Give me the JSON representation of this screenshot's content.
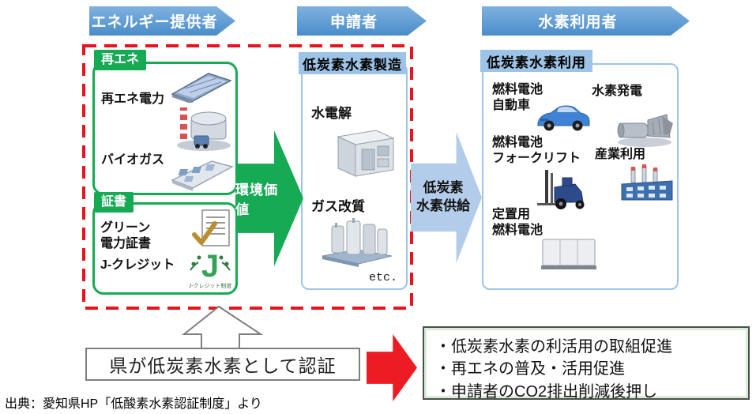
{
  "headers": {
    "provider": "エネルギー提供者",
    "applicant": "申請者",
    "user": "水素利用者"
  },
  "provider": {
    "renewable_tab": "再エネ",
    "renewable_items": {
      "power": "再エネ電力",
      "biogas": "バイオガス"
    },
    "certificate_tab": "証書",
    "certificate_items": {
      "green_power": "グリーン\n電力証書",
      "jcredit": "J-クレジット"
    }
  },
  "arrows": {
    "env_value": "環境価値",
    "supply": "低炭素\n水素供給"
  },
  "production": {
    "header": "低炭素水素製造",
    "electrolysis": "水電解",
    "reforming": "ガス改質",
    "etc": "etc."
  },
  "usage": {
    "header": "低炭素水素利用",
    "fcv": "燃料電池\n自動車",
    "h2power": "水素発電",
    "forklift": "燃料電池\nフォークリフト",
    "industry": "産業利用",
    "stationary": "定置用\n燃料電池"
  },
  "certification": {
    "label": "県が低炭素水素として認証"
  },
  "outcomes": [
    "・低炭素水素の利活用の取組促進",
    "・再エネの普及・活用促進",
    "・申請者のCO2排出削減後押し"
  ],
  "source": "出典：愛知県HP「低酸素水素認証制度」より",
  "icons": {
    "jcredit_caption": "J-クレジット制度",
    "names": [
      "solar-panel-icon",
      "power-plant-icon",
      "biogas-plant-icon",
      "certificate-doc-icon",
      "jcredit-logo-icon",
      "electrolyzer-icon",
      "gas-reformer-icon",
      "fuel-cell-car-icon",
      "hydrogen-turbine-icon",
      "forklift-icon",
      "factory-icon",
      "fuel-cell-cabinet-icon"
    ]
  },
  "colors": {
    "header_blue": "#4e8ecb",
    "green": "#17aa55",
    "light_blue_band": "#9dc3e6",
    "supply_arrow_blue": "#b3cce9",
    "red_arrow": "#ed1c24",
    "dashed_red": "#e8131d"
  }
}
